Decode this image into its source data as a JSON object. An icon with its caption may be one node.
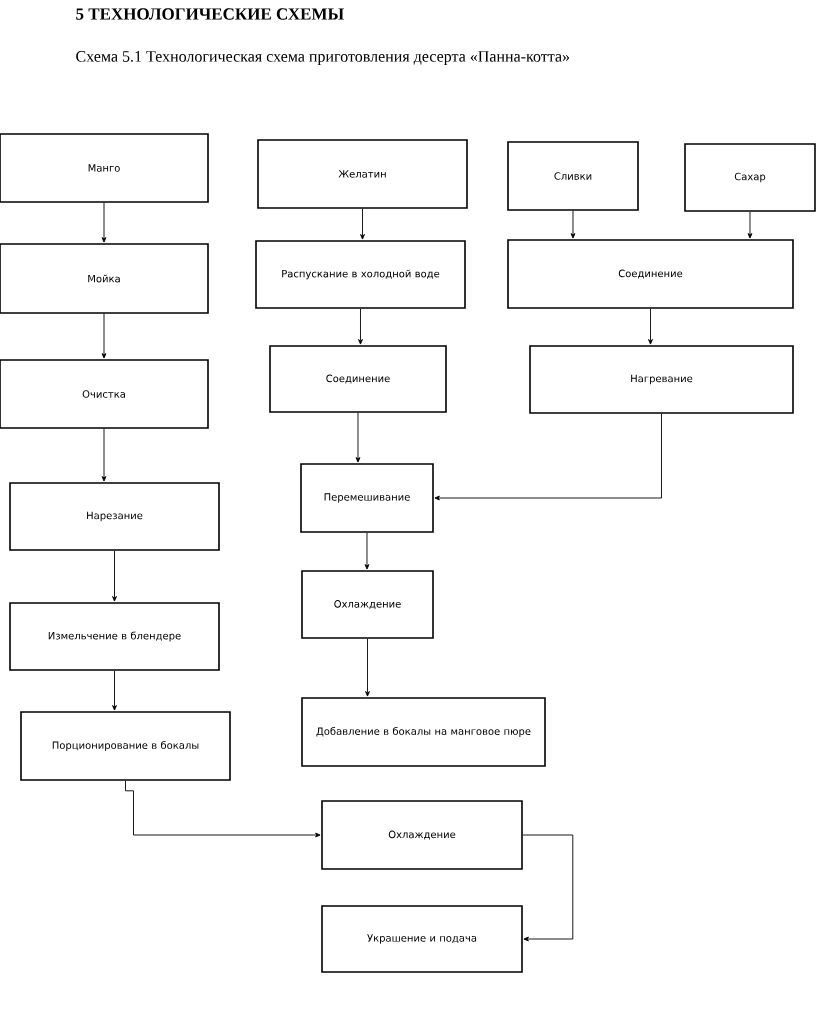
{
  "diagram": {
    "title": "5 ТЕХНОЛОГИЧЕСКИЕ СХЕМЫ",
    "caption": "Схема 5.1 Технологическая схема приготовления десерта «Панна-котта»",
    "nodes": [
      {
        "text": [
          "Манго"
        ]
      },
      {
        "text": [
          "Мойка"
        ]
      },
      {
        "text": [
          "Очистка"
        ]
      },
      {
        "text": [
          "Нарезание"
        ]
      },
      {
        "text": [
          "Измельчение в блендере"
        ]
      },
      {
        "text": [
          "Порционирование в бокалы"
        ]
      },
      {
        "text": [
          "Желатин"
        ]
      },
      {
        "text": [
          "Распускание в холодной воде"
        ]
      },
      {
        "text": [
          "Соединение"
        ]
      },
      {
        "text": [
          "Сливки"
        ]
      },
      {
        "text": [
          "Сахар"
        ]
      },
      {
        "text": [
          "Соединение"
        ]
      },
      {
        "text": [
          "Нагревание"
        ]
      },
      {
        "text": [
          "Перемешивание"
        ]
      },
      {
        "text": [
          "Охлаждение"
        ]
      },
      {
        "text": [
          "Добавление в бокалы на манговое пюре"
        ]
      },
      {
        "text": [
          "Охлаждение"
        ]
      },
      {
        "text": [
          "Украшение и подача"
        ]
      }
    ],
    "edges": [
      {
        "from": 0,
        "to": 1,
        "arrow": "to"
      },
      {
        "from": 1,
        "to": 2,
        "arrow": "to"
      },
      {
        "from": 2,
        "to": 3,
        "arrow": "to"
      },
      {
        "from": 3,
        "to": 4,
        "arrow": "to"
      },
      {
        "from": 4,
        "to": 5,
        "arrow": "to"
      },
      {
        "from": 6,
        "to": 7,
        "arrow": "to"
      },
      {
        "from": 7,
        "to": 8,
        "arrow": "to"
      },
      {
        "from": 8,
        "to": 13,
        "arrow": "to"
      },
      {
        "from": 9,
        "to": 11,
        "arrow": "to"
      },
      {
        "from": 10,
        "to": 11,
        "arrow": "to"
      },
      {
        "from": 11,
        "to": 12,
        "arrow": "to"
      },
      {
        "from": 12,
        "to": 13,
        "arrow": "to"
      },
      {
        "from": 13,
        "to": 14,
        "arrow": "to"
      },
      {
        "from": 14,
        "to": 15,
        "arrow": "to"
      },
      {
        "from": 5,
        "to": 16,
        "arrow": "to"
      },
      {
        "from": 16,
        "to": 17,
        "arrow": "to"
      }
    ]
  }
}
